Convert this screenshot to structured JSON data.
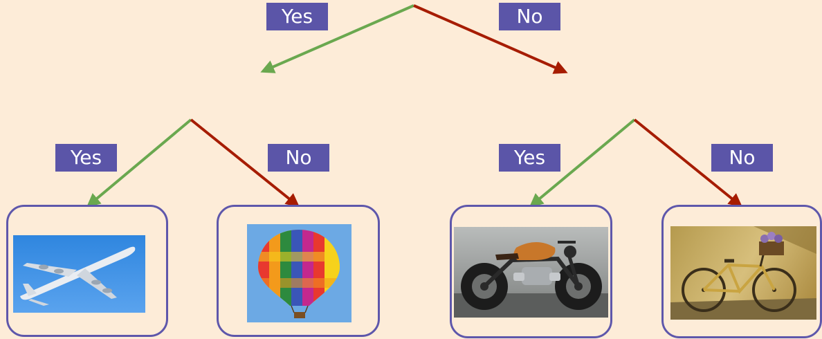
{
  "colors": {
    "background": "#fdecd8",
    "label_bg": "#5b55a8",
    "label_text": "#ffffff",
    "yes_arrow": "#6aa84f",
    "no_arrow": "#a61c00",
    "card_border": "#5e57ab"
  },
  "branches": {
    "root": {
      "yes": "Yes",
      "no": "No"
    },
    "left": {
      "yes": "Yes",
      "no": "No"
    },
    "right": {
      "yes": "Yes",
      "no": "No"
    }
  },
  "leaves": [
    {
      "image": "airplane"
    },
    {
      "image": "hot-air-balloon"
    },
    {
      "image": "motorcycle"
    },
    {
      "image": "bicycle"
    }
  ]
}
